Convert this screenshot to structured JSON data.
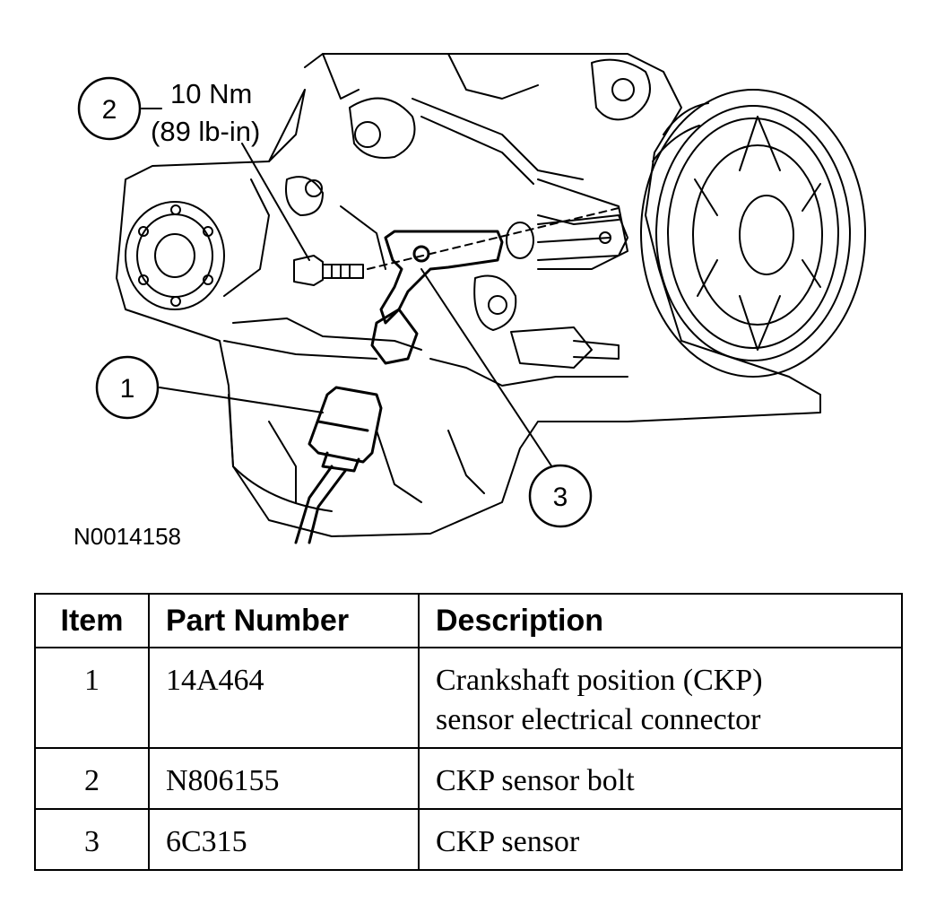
{
  "diagram": {
    "figure_id": "N0014158",
    "torque_spec": {
      "line1": "10 Nm",
      "line2": "(89 lb-in)"
    },
    "callouts": [
      {
        "id": "callout-1",
        "number": "1"
      },
      {
        "id": "callout-2",
        "number": "2"
      },
      {
        "id": "callout-3",
        "number": "3"
      }
    ]
  },
  "table": {
    "headers": {
      "item": "Item",
      "part_number": "Part Number",
      "description": "Description"
    },
    "rows": [
      {
        "item": "1",
        "part_number": "14A464",
        "description": [
          "Crankshaft position (CKP)",
          "sensor electrical connector"
        ]
      },
      {
        "item": "2",
        "part_number": "N806155",
        "description": [
          "CKP sensor bolt"
        ]
      },
      {
        "item": "3",
        "part_number": "6C315",
        "description": [
          "CKP sensor"
        ]
      }
    ]
  }
}
